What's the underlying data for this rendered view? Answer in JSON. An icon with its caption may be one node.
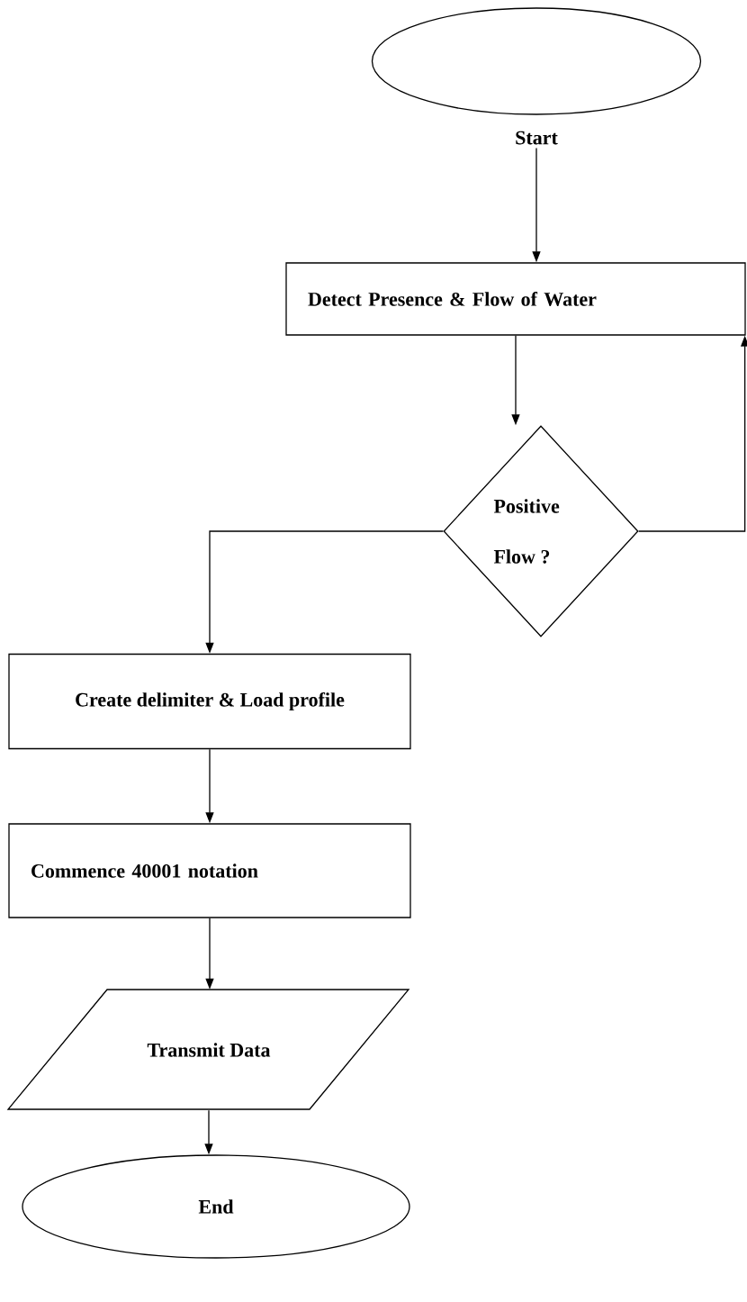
{
  "diagram": {
    "nodes": [
      {
        "text": [
          "Start"
        ]
      },
      {
        "text": [
          "Detect Presence & Flow of Water"
        ]
      },
      {
        "text": [
          "Positive Flow ?"
        ]
      },
      {
        "text": [
          "Create delimiter & Load profile"
        ]
      },
      {
        "text": [
          "Commence 40001 notation"
        ]
      },
      {
        "text": [
          "Transmit Data"
        ]
      },
      {
        "text": [
          "End"
        ]
      }
    ],
    "edges": [
      {
        "from": 0,
        "to": 1,
        "arrow": "to"
      },
      {
        "from": 1,
        "to": 2,
        "arrow": "to"
      },
      {
        "from": 2,
        "to": 3,
        "arrow": "to"
      },
      {
        "from": 2,
        "to": 1,
        "arrow": "to"
      },
      {
        "from": 3,
        "to": 4,
        "arrow": "to"
      },
      {
        "from": 4,
        "to": 5,
        "arrow": "to"
      },
      {
        "from": 5,
        "to": 6,
        "arrow": "to"
      }
    ]
  }
}
